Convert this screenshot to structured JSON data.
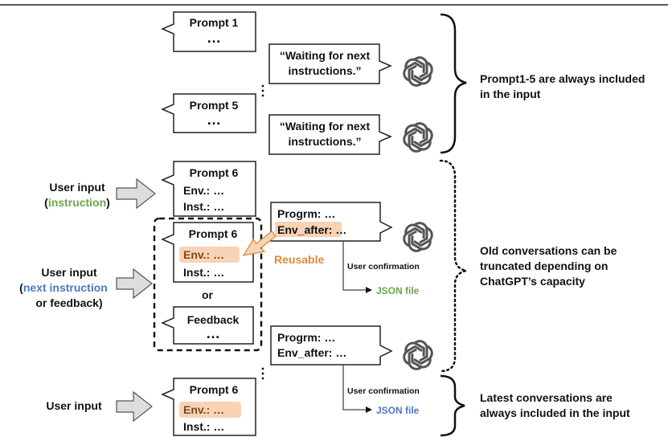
{
  "prompts": {
    "p1_title": "Prompt 1",
    "p5_title": "Prompt 5",
    "p6_title": "Prompt 6",
    "ellipsis": "…",
    "env": "Env.: …",
    "inst": "Inst.: …",
    "or": "or",
    "feedback": "Feedback"
  },
  "responses": {
    "waiting_line1": "“Waiting for next",
    "waiting_line2": "instructions.”",
    "progrm": "Progrm: …",
    "env_after": "Env_after: …",
    "reusable": "Reusable",
    "user_confirmation": "User confirmation",
    "json_file": "JSON file"
  },
  "user_inputs": {
    "user_input": "User input",
    "paren_open": "(",
    "paren_close": ")",
    "instruction": "instruction",
    "next_instruction": "next instruction",
    "or_feedback": "or feedback)"
  },
  "notes": {
    "note1_line1": "Prompt1-5 are always included",
    "note1_line2": "in the input",
    "note2_line1": "Old conversations can be",
    "note2_line2": "truncated depending on",
    "note2_line3": "ChatGPT’s capacity",
    "note3_line1": "Latest conversations are",
    "note3_line2": "always included in the input"
  },
  "colors": {
    "instruction_green": "#6aa84f",
    "next_instruction_blue": "#4a7ac0",
    "reusable_orange": "#e08a3c",
    "env_highlight": "#f8d3b5"
  },
  "icons": [
    "chatgpt-logo-icon",
    "arrow-right-icon",
    "curly-brace-icon"
  ]
}
